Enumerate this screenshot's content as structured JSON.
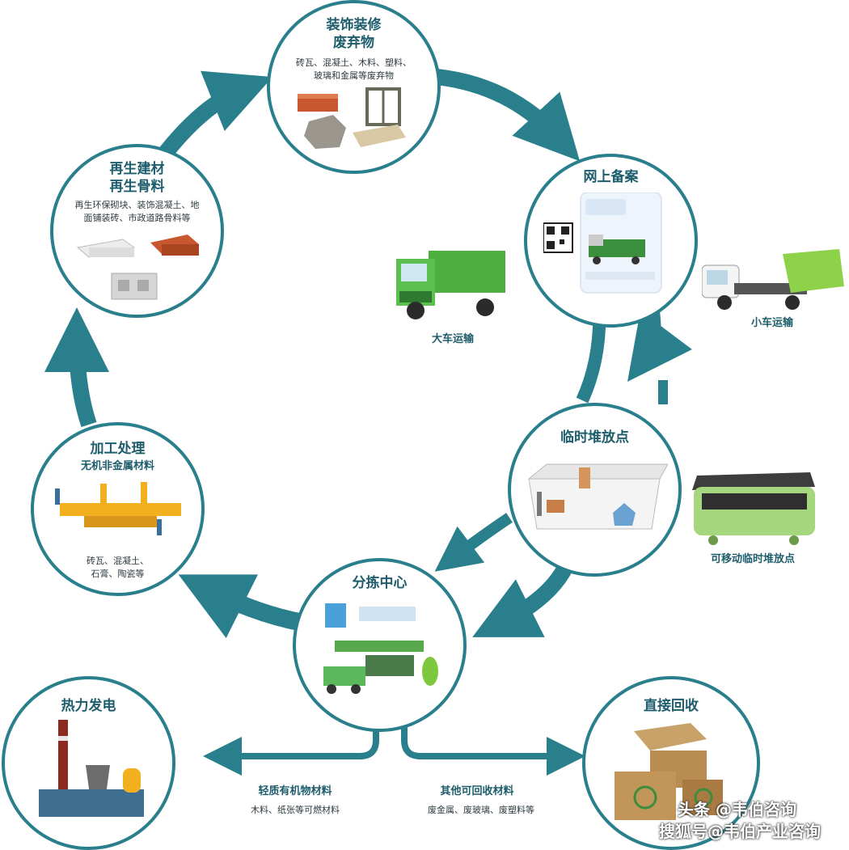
{
  "nodes": {
    "decoration": {
      "title1": "装饰装修",
      "title2": "废弃物",
      "desc1": "砖瓦、混凝土、木料、塑料、",
      "desc2": "玻璃和金属等废弃物"
    },
    "online": {
      "title": "网上备案"
    },
    "temp": {
      "title": "临时堆放点"
    },
    "sorting": {
      "title": "分拣中心"
    },
    "processing": {
      "title": "加工处理",
      "subtitle": "无机非金属材料",
      "desc1": "砖瓦、混凝土、",
      "desc2": "石膏、陶瓷等"
    },
    "recycled": {
      "title1": "再生建材",
      "title2": "再生骨料",
      "desc1": "再生环保砌块、装饰混凝土、地",
      "desc2": "面铺装砖、市政道路骨料等"
    },
    "thermal": {
      "title": "热力发电"
    },
    "direct": {
      "title": "直接回收"
    }
  },
  "labels": {
    "big_truck": "大车运输",
    "small_truck": "小车运输",
    "mobile_point": "可移动临时堆放点",
    "light_organic": "轻质有机物材料",
    "light_organic_desc": "木料、纸张等可燃材料",
    "other_recyclable": "其他可回收材料",
    "other_recyclable_desc": "废金属、废玻璃、废塑料等"
  },
  "watermark": {
    "line1": "头条 @韦伯咨询",
    "line2": "搜狐号@韦伯产业咨询"
  },
  "colors": {
    "teal": "#2a7f8c",
    "dark_teal": "#1d5d6c",
    "green": "#5cb85c"
  }
}
